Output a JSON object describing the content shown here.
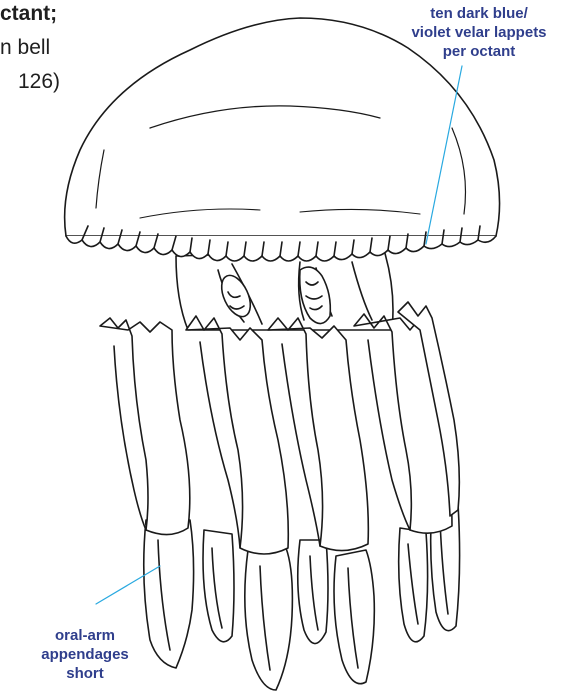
{
  "colors": {
    "label_text": "#2f3e8c",
    "leader_line": "#29a9e0",
    "body_text": "#1f1f1f",
    "outline": "#1a1a1a"
  },
  "caption": {
    "line1": "ctant;",
    "line2": "n bell",
    "line3": "126)"
  },
  "labels": {
    "velar": {
      "line1": "ten dark blue/",
      "line2": "violet velar lappets",
      "line3": "per octant"
    },
    "oral_arm": {
      "line1": "oral-arm",
      "line2": "appendages",
      "line3": "short"
    }
  },
  "icons": {
    "subject": "jellyfish-illustration"
  }
}
